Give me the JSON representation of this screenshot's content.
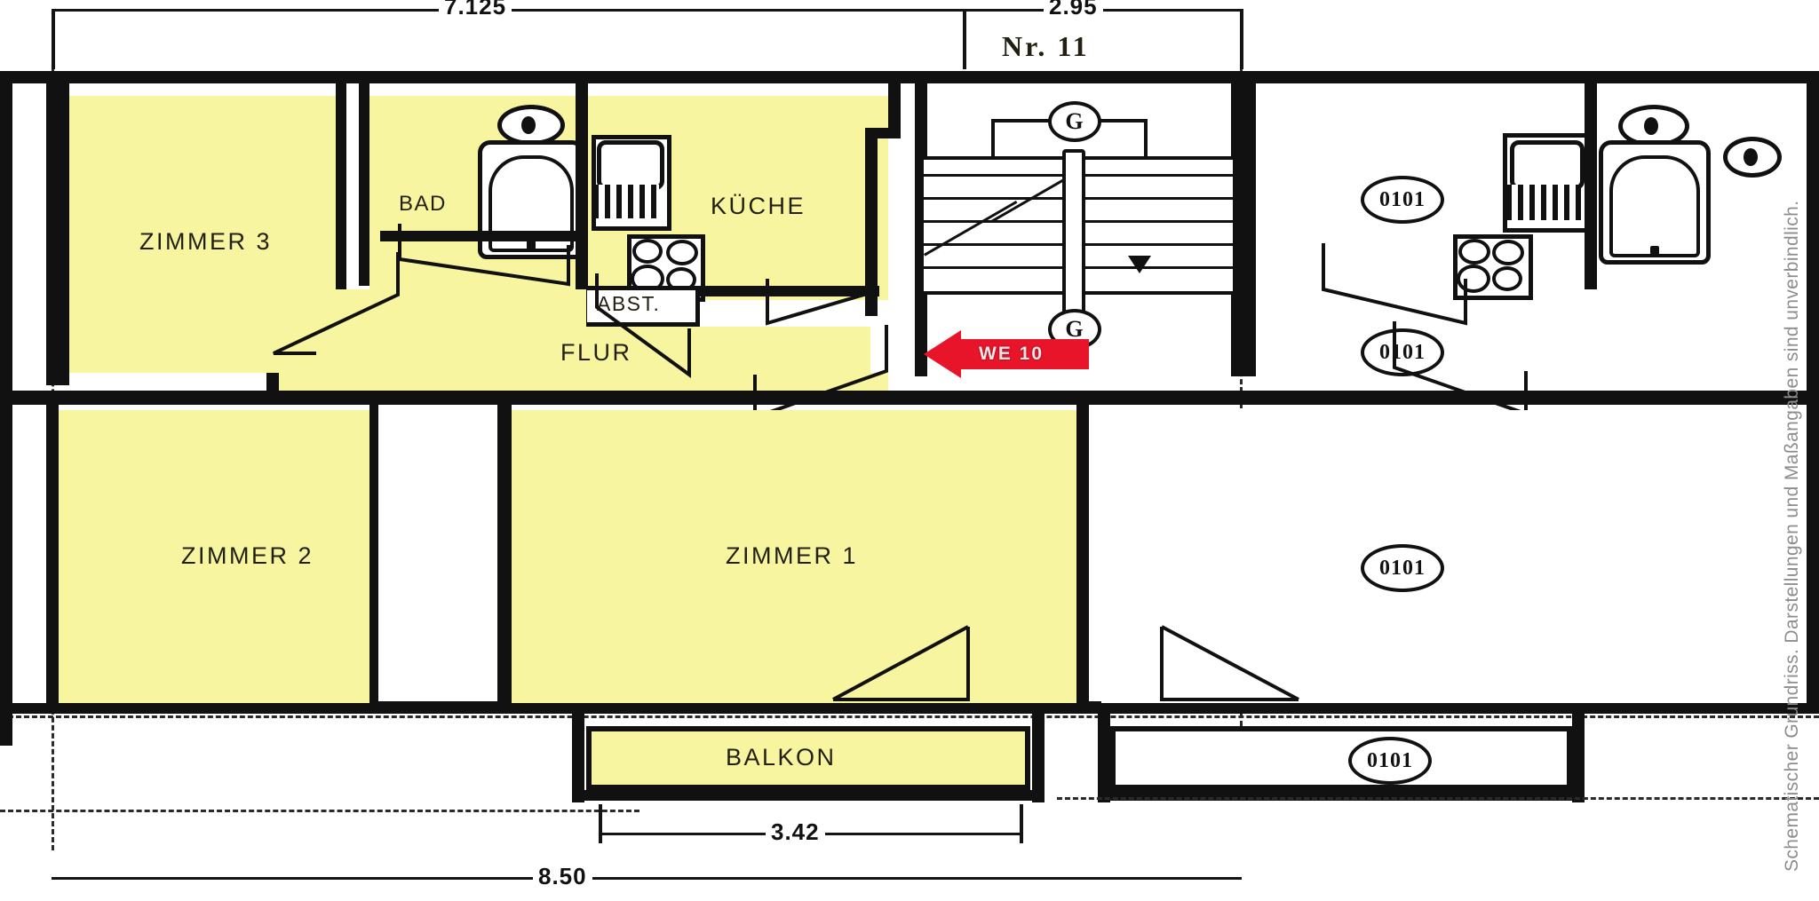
{
  "document": {
    "type": "floor-plan",
    "building_number": "Nr.  11",
    "unit_marker": "WE 10",
    "side_note": "Schematischer Grundriss. Darstellungen und Maßangaben sind unverbindlich."
  },
  "dimensions": {
    "top_left": "7.125",
    "top_right": "2.95",
    "balcony_width": "3.42",
    "overall_width": "8.50"
  },
  "rooms": [
    {
      "id": "zimmer3",
      "label": "ZIMMER 3",
      "fill": "#f7f5a0"
    },
    {
      "id": "bad",
      "label": "BAD",
      "fill": "#f7f5a0"
    },
    {
      "id": "kueche",
      "label": "KÜCHE",
      "fill": "#f7f5a0"
    },
    {
      "id": "abst",
      "label": "ABST.",
      "fill": "#ffffff"
    },
    {
      "id": "flur",
      "label": "FLUR",
      "fill": "#f7f5a0"
    },
    {
      "id": "zimmer2",
      "label": "ZIMMER 2",
      "fill": "#f7f5a0"
    },
    {
      "id": "zimmer1",
      "label": "ZIMMER 1",
      "fill": "#f7f5a0"
    },
    {
      "id": "balkon",
      "label": "BALKON",
      "fill": "#f7f5a0"
    }
  ],
  "tags": {
    "stair_tag_top": "G",
    "stair_tag_bottom": "G",
    "unit_tags": [
      "0101",
      "0101",
      "0101",
      "0101"
    ]
  },
  "colors": {
    "highlight_fill": "#f7f5a0",
    "wall": "#111111",
    "arrow": "#e8152a",
    "note_text": "#8d8d8d",
    "background": "#ffffff"
  }
}
